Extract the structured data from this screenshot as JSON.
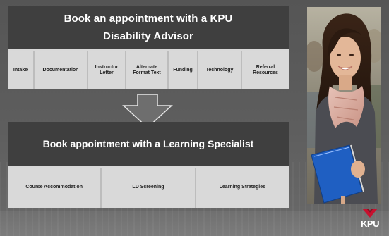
{
  "advisor": {
    "title_line1": "Book an appointment with a KPU",
    "title_line2": "Disability Advisor",
    "services": [
      {
        "line1": "Intake",
        "line2": ""
      },
      {
        "line1": "Documentation",
        "line2": ""
      },
      {
        "line1": "Instructor",
        "line2": "Letter"
      },
      {
        "line1": "Alternate",
        "line2": "Format Text"
      },
      {
        "line1": "Funding",
        "line2": ""
      },
      {
        "line1": "Technology",
        "line2": ""
      },
      {
        "line1": "Referral",
        "line2": "Resources"
      }
    ]
  },
  "specialist": {
    "title": "Book appointment with a Learning Specialist",
    "services": [
      "Course Accommodation",
      "LD Screening",
      "Learning Strategies"
    ]
  },
  "logo": {
    "text": "KPU",
    "mark_color": "#c8102e"
  },
  "colors": {
    "header_bg": "#3f3f3f",
    "cell_bg": "#d9d9d9",
    "slide_bg": "#5b5b5b",
    "arrow": "#6e6e6e"
  },
  "icons": {
    "arrow": "down-arrow-icon",
    "logo_mark": "kpu-chevron-mark"
  }
}
